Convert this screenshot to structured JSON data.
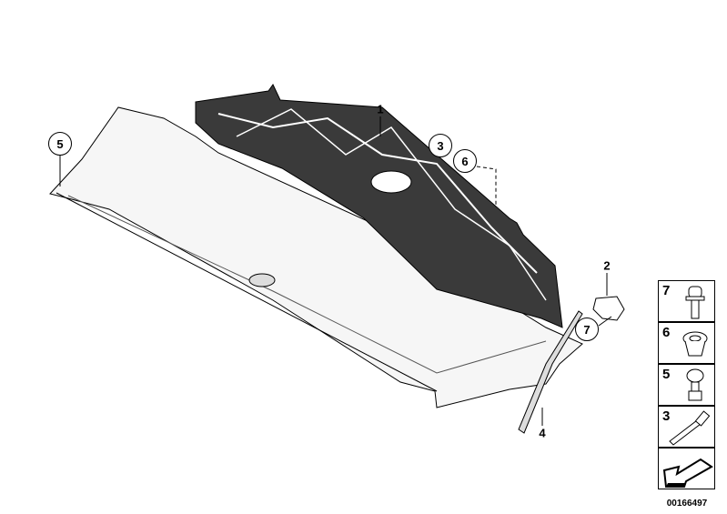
{
  "callouts": {
    "c1": "1",
    "c2": "2",
    "c3": "3",
    "c4": "4",
    "c5": "5",
    "c6": "6",
    "c7": "7"
  },
  "legend": [
    {
      "num": "7",
      "icon": "bolt-icon"
    },
    {
      "num": "6",
      "icon": "nut-icon"
    },
    {
      "num": "5",
      "icon": "clip-icon"
    },
    {
      "num": "3",
      "icon": "expanding-rivet-icon"
    },
    {
      "num": "",
      "icon": "arrow-icon"
    }
  ],
  "catalog_number": "00166497"
}
